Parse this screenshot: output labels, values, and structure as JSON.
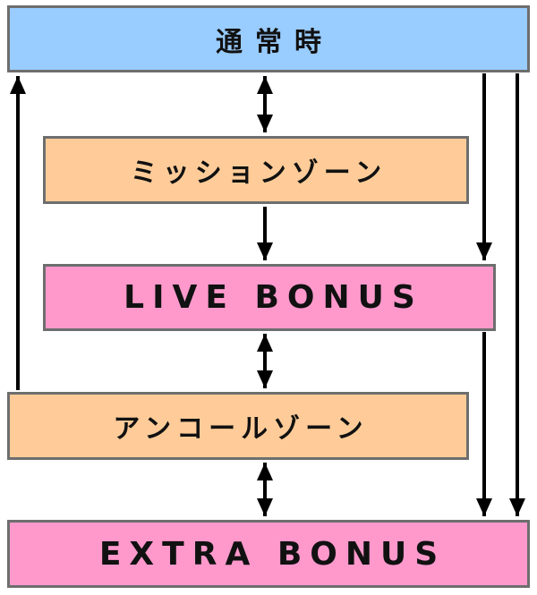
{
  "nodes": {
    "normal": {
      "label": "通常時",
      "color": "#99ccff"
    },
    "mission_zone": {
      "label": "ミッションゾーン",
      "color": "#ffcc99"
    },
    "live_bonus": {
      "label": "LIVE BONUS",
      "color": "#ff99cc"
    },
    "encore_zone": {
      "label": "アンコールゾーン",
      "color": "#ffcc99"
    },
    "extra_bonus": {
      "label": "EXTRA BONUS",
      "color": "#ff99cc"
    }
  },
  "edges": [
    {
      "from": "normal",
      "to": "mission_zone",
      "direction": "both"
    },
    {
      "from": "mission_zone",
      "to": "live_bonus",
      "direction": "forward"
    },
    {
      "from": "live_bonus",
      "to": "encore_zone",
      "direction": "both"
    },
    {
      "from": "encore_zone",
      "to": "extra_bonus",
      "direction": "both"
    },
    {
      "from": "encore_zone",
      "to": "normal",
      "direction": "forward"
    },
    {
      "from": "normal",
      "to": "live_bonus",
      "direction": "forward"
    },
    {
      "from": "live_bonus",
      "to": "extra_bonus",
      "direction": "forward"
    },
    {
      "from": "normal",
      "to": "extra_bonus",
      "direction": "forward"
    }
  ],
  "line_color": "#000000"
}
